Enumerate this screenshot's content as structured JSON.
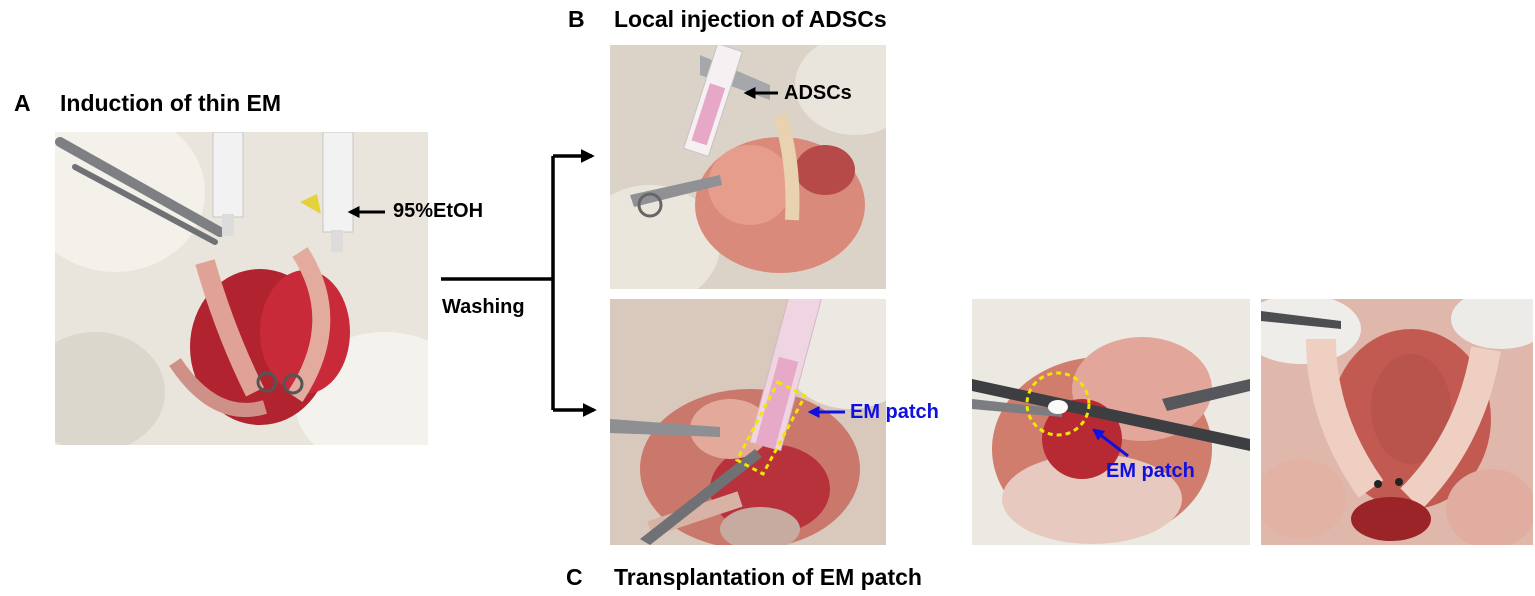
{
  "panels": {
    "a": {
      "letter": "A",
      "title": "Induction of thin EM"
    },
    "b": {
      "letter": "B",
      "title": "Local injection of ADSCs"
    },
    "c": {
      "letter": "C",
      "title": "Transplantation of EM patch"
    }
  },
  "labels": {
    "etoh": "95%EtOH",
    "washing": "Washing",
    "adscs": "ADSCs",
    "em_patch_1": "EM patch",
    "em_patch_2": "EM patch"
  },
  "colors": {
    "arrow_black": "#000000",
    "arrow_blue": "#1010e0",
    "highlight_yellow": "#f2e600"
  }
}
